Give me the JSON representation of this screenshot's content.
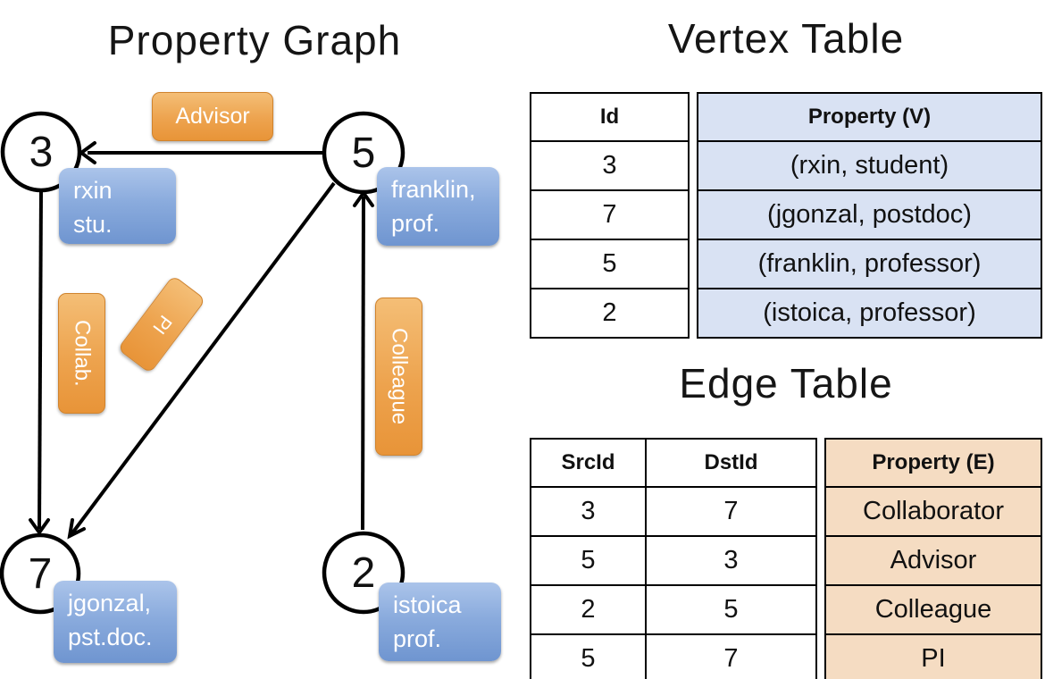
{
  "colors": {
    "orange_top": "#F4BE76",
    "orange_bottom": "#E89438",
    "orange_border": "#D0832D",
    "blue_top": "#ABC4EA",
    "blue_bottom": "#6F95D0",
    "vertex_cell_bg": "#D9E2F3",
    "edge_cell_bg": "#F5DCC2",
    "line": "#000000"
  },
  "graph": {
    "title": "Property Graph",
    "nodes": [
      {
        "id": "3",
        "prop_line1": "rxin",
        "prop_line2": "stu."
      },
      {
        "id": "5",
        "prop_line1": "franklin,",
        "prop_line2": "prof."
      },
      {
        "id": "7",
        "prop_line1": "jgonzal,",
        "prop_line2": "pst.doc."
      },
      {
        "id": "2",
        "prop_line1": "istoica",
        "prop_line2": "prof."
      }
    ],
    "edges": [
      {
        "label": "Advisor"
      },
      {
        "label": "Collab."
      },
      {
        "label": "PI"
      },
      {
        "label": "Colleague"
      }
    ]
  },
  "vertex_table": {
    "title": "Vertex Table",
    "columns": {
      "id": "Id",
      "property": "Property (V)"
    },
    "rows": [
      [
        "3",
        "(rxin, student)"
      ],
      [
        "7",
        "(jgonzal, postdoc)"
      ],
      [
        "5",
        "(franklin, professor)"
      ],
      [
        "2",
        "(istoica, professor)"
      ]
    ]
  },
  "edge_table": {
    "title": "Edge Table",
    "columns": {
      "src": "SrcId",
      "dst": "DstId",
      "property": "Property (E)"
    },
    "rows": [
      [
        "3",
        "7",
        "Collaborator"
      ],
      [
        "5",
        "3",
        "Advisor"
      ],
      [
        "2",
        "5",
        "Colleague"
      ],
      [
        "5",
        "7",
        "PI"
      ]
    ]
  }
}
